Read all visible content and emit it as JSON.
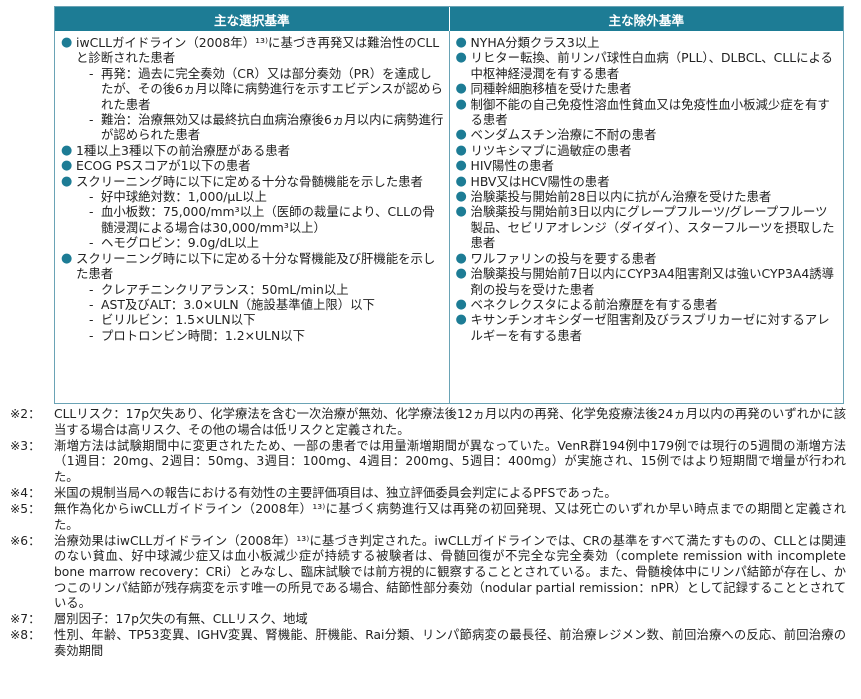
{
  "table": {
    "headers": {
      "left": "主な選択基準",
      "right": "主な除外基準"
    },
    "bullet": "●",
    "dash": "-",
    "inclusion": {
      "b1": "iwCLLガイドライン（2008年）¹³⁾に基づき再発又は難治性のCLLと診断された患者",
      "b1_sub1": "再発：過去に完全奏効（CR）又は部分奏効（PR）を達成したが、その後6ヵ月以降に病勢進行を示すエビデンスが認められた患者",
      "b1_sub2": "難治：治療無効又は最終抗白血病治療後6ヵ月以内に病勢進行が認められた患者",
      "b2": "1種以上3種以下の前治療歴がある患者",
      "b3": "ECOG PSスコアが1以下の患者",
      "b4": "スクリーニング時に以下に定める十分な骨髄機能を示した患者",
      "b4_sub1": "好中球絶対数：1,000/μL以上",
      "b4_sub2": "血小板数：75,000/mm³以上（医師の裁量により、CLLの骨髄浸潤による場合は30,000/mm³以上）",
      "b4_sub3": "ヘモグロビン：9.0g/dL以上",
      "b5": "スクリーニング時に以下に定める十分な腎機能及び肝機能を示した患者",
      "b5_sub1": "クレアチニンクリアランス：50mL/min以上",
      "b5_sub2": "AST及びALT：3.0×ULN（施設基準値上限）以下",
      "b5_sub3": "ビリルビン：1.5×ULN以下",
      "b5_sub4": "プロトロンビン時間：1.2×ULN以下"
    },
    "exclusion": [
      "NYHA分類クラス3以上",
      "リヒター転換、前リンパ球性白血病（PLL）、DLBCL、CLLによる中枢神経浸潤を有する患者",
      "同種幹細胞移植を受けた患者",
      "制御不能の自己免疫性溶血性貧血又は免疫性血小板減少症を有する患者",
      "ベンダムスチン治療に不耐の患者",
      "リツキシマブに過敏症の患者",
      "HIV陽性の患者",
      "HBV又はHCV陽性の患者",
      "治験薬投与開始前28日以内に抗がん治療を受けた患者",
      "治験薬投与開始前3日以内にグレープフルーツ/グレープフルーツ製品、セビリアオレンジ（ダイダイ）、スターフルーツを摂取した患者",
      "ワルファリンの投与を要する患者",
      "治験薬投与開始前7日以内にCYP3A4阻害剤又は強いCYP3A4誘導剤の投与を受けた患者",
      "ベネクレクスタによる前治療歴を有する患者",
      "キサンチンオキシダーゼ阻害剤及びラスブリカーゼに対するアレルギーを有する患者"
    ]
  },
  "notes": [
    {
      "label": "※2：",
      "text": "CLLリスク：17p欠失あり、化学療法を含む一次治療が無効、化学療法後12ヵ月以内の再発、化学免疫療法後24ヵ月以内の再発のいずれかに該当する場合は高リスク、その他の場合は低リスクと定義された。"
    },
    {
      "label": "※3：",
      "text": "漸増方法は試験期間中に変更されたため、一部の患者では用量漸増期間が異なっていた。VenR群194例中179例では現行の5週間の漸増方法（1週目：20mg、2週目：50mg、3週目：100mg、4週目：200mg、5週目：400mg）が実施され、15例ではより短期間で増量が行われた。"
    },
    {
      "label": "※4：",
      "text": "米国の規制当局への報告における有効性の主要評価項目は、独立評価委員会判定によるPFSであった。"
    },
    {
      "label": "※5：",
      "text": "無作為化からiwCLLガイドライン（2008年）¹³⁾に基づく病勢進行又は再発の初回発現、又は死亡のいずれか早い時点までの期間と定義された。"
    },
    {
      "label": "※6：",
      "text": "治療効果はiwCLLガイドライン（2008年）¹³⁾に基づき判定された。iwCLLガイドラインでは、CRの基準をすべて満たすものの、CLLとは関連のない貧血、好中球減少症又は血小板減少症が持続する被験者は、骨髄回復が不完全な完全奏効（complete remission with incomplete bone marrow recovery：CRi）とみなし、臨床試験では前方視的に観察することとされている。また、骨髄検体中にリンパ結節が存在し、かつこのリンパ結節が残存病変を示す唯一の所見である場合、結節性部分奏効（nodular partial remission：nPR）として記録することとされている。"
    },
    {
      "label": "※7：",
      "text": "層別因子：17p欠失の有無、CLLリスク、地域"
    },
    {
      "label": "※8：",
      "text": "性別、年齢、TP53変異、IGHV変異、腎機能、肝機能、Rai分類、リンパ節病変の最長径、前治療レジメン数、前回治療への反応、前回治療の奏効期間"
    }
  ]
}
